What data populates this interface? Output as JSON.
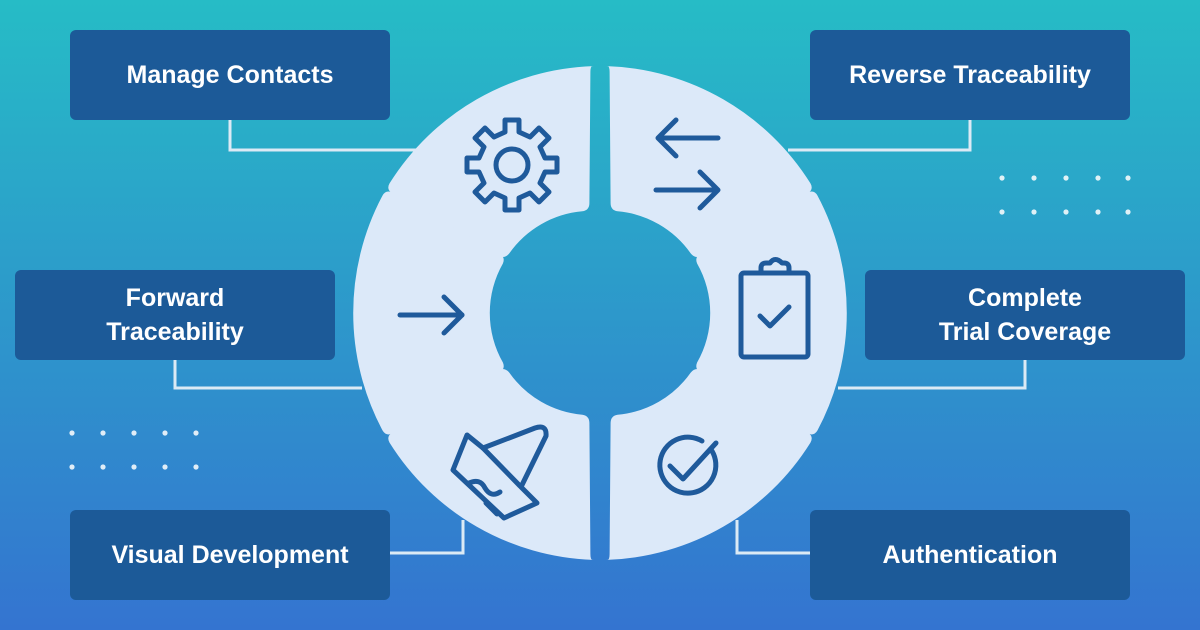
{
  "colors": {
    "bg_top": "#26bcc6",
    "bg_bottom": "#3474d0",
    "label_bg": "#1c5a98",
    "label_text": "#ffffff",
    "segment_fill": "#dce9f9",
    "icon_stroke": "#1f5a9b",
    "connector": "#dbeaf5",
    "hole": "#2f9acb"
  },
  "labels": {
    "manage_contacts": "Manage Contacts",
    "forward_traceability": "Forward\nTraceability",
    "visual_development": "Visual Development",
    "reverse_traceability": "Reverse Traceability",
    "complete_trial_coverage": "Complete\nTrial Coverage",
    "authentication": "Authentication"
  },
  "icons": {
    "top_left": "gear-icon",
    "top_right": "swap-arrows-icon",
    "left": "arrow-right-icon",
    "right": "clipboard-check-icon",
    "bottom_left": "paintbrush-icon",
    "bottom_right": "check-circle-icon"
  }
}
